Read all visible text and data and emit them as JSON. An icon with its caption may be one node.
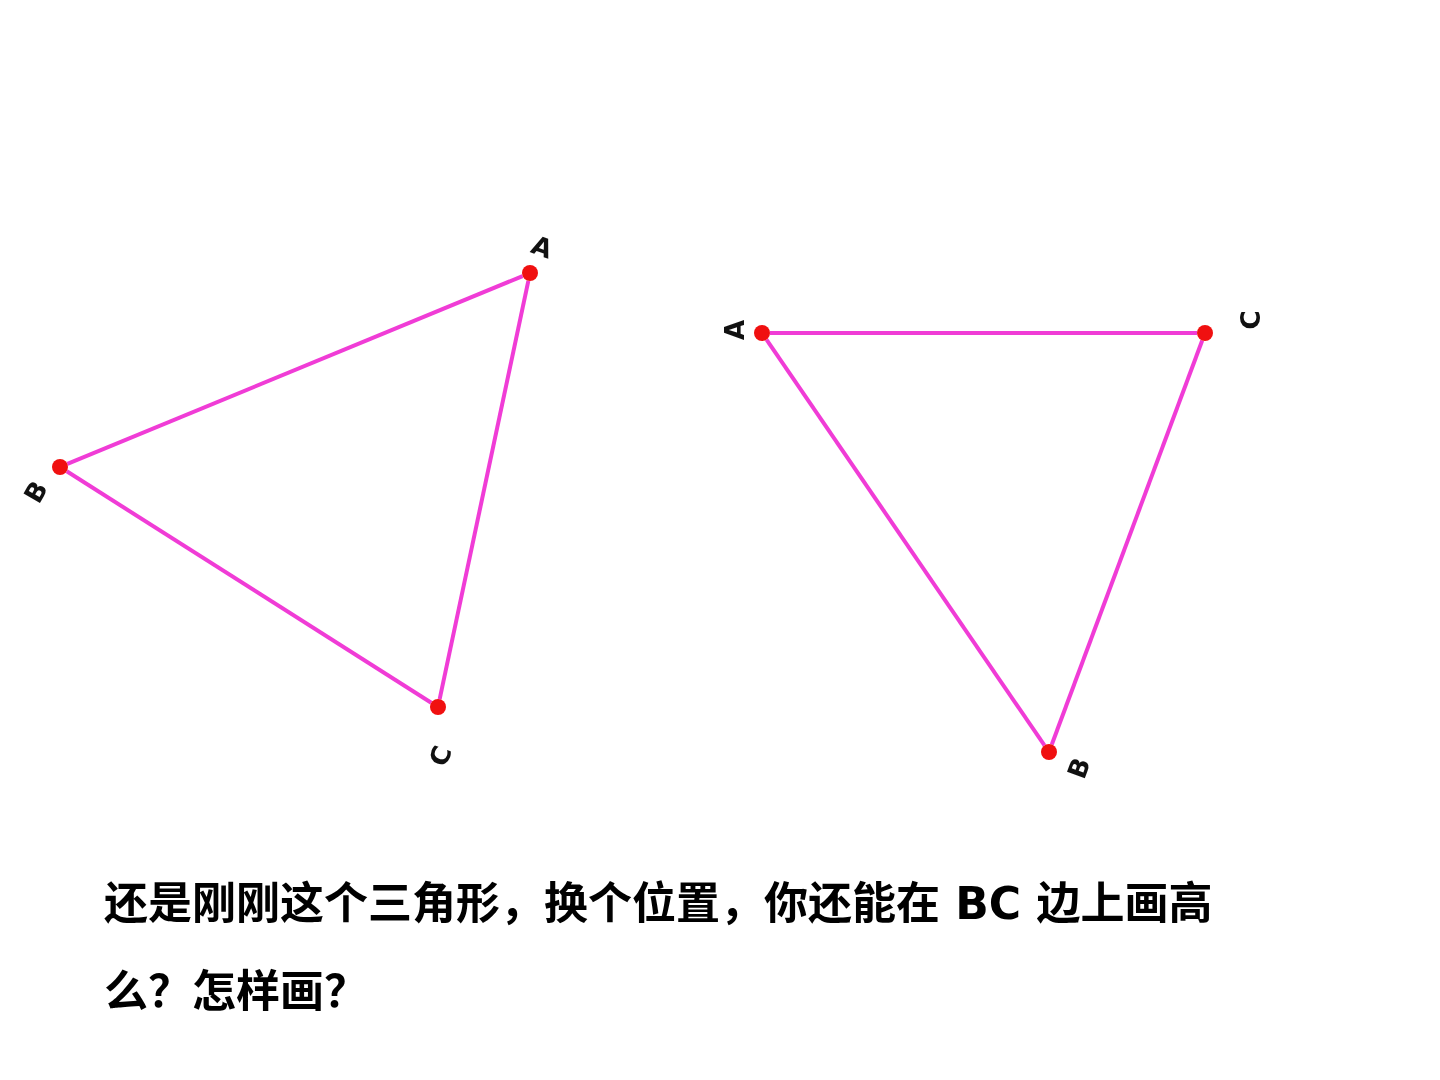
{
  "diagram": {
    "caption": "还是刚刚这个三角形，换个位置，你还能在 BC 边上画高么？怎样画？",
    "nodes": [
      {
        "text": [],
        "shape": "circle",
        "beside": [
          "A"
        ]
      },
      {
        "text": [],
        "shape": "circle",
        "beside": [
          "B"
        ]
      },
      {
        "text": [],
        "shape": "circle",
        "beside": [
          "C"
        ]
      },
      {
        "text": [],
        "shape": "circle",
        "beside": [
          "A"
        ]
      },
      {
        "text": [],
        "shape": "circle",
        "beside": [
          "C"
        ]
      },
      {
        "text": [],
        "shape": "circle",
        "beside": [
          "B"
        ]
      }
    ],
    "edges": [
      {
        "from": 0,
        "to": 1,
        "arrow": "none"
      },
      {
        "from": 0,
        "to": 2,
        "arrow": "none"
      },
      {
        "from": 1,
        "to": 2,
        "arrow": "none"
      },
      {
        "from": 3,
        "to": 4,
        "arrow": "none"
      },
      {
        "from": 3,
        "to": 5,
        "arrow": "none"
      },
      {
        "from": 5,
        "to": 4,
        "arrow": "none"
      }
    ]
  }
}
